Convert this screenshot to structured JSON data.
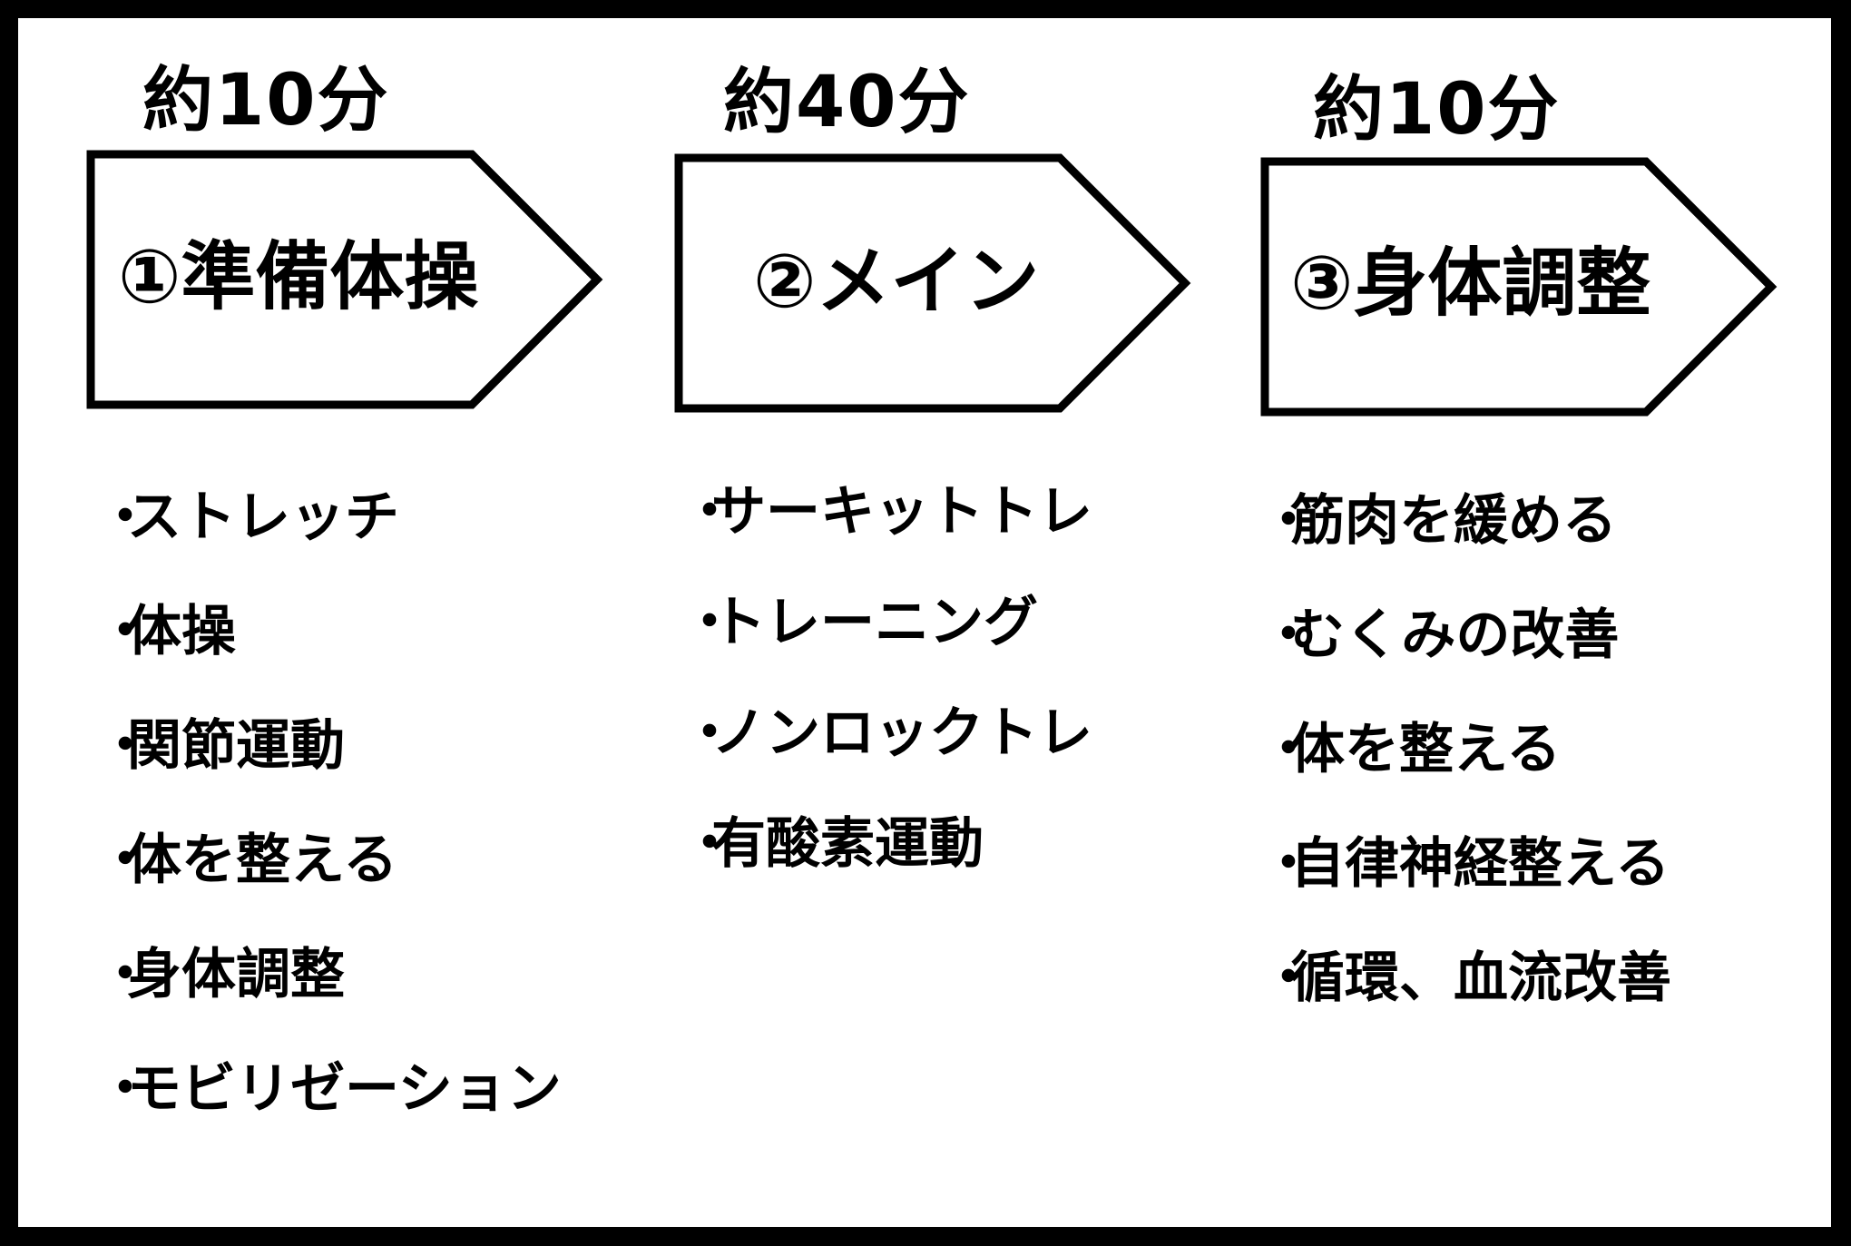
{
  "steps": [
    {
      "duration": "約10分",
      "title": "①準備体操",
      "items": [
        "ストレッチ",
        "体操",
        "関節運動",
        "体を整える",
        "身体調整",
        "モビリゼーション"
      ]
    },
    {
      "duration": "約40分",
      "title": "②メイン",
      "items": [
        "サーキットトレ",
        "トレーニング",
        "ノンロックトレ",
        "有酸素運動"
      ]
    },
    {
      "duration": "約10分",
      "title": "③身体調整",
      "items": [
        "筋肉を緩める",
        "むくみの改善",
        "体を整える",
        "自律神経整える",
        "循環、血流改善"
      ]
    }
  ],
  "bullet": "・",
  "colors": {
    "background": "#ffffff",
    "border": "#000000",
    "text": "#000000"
  }
}
